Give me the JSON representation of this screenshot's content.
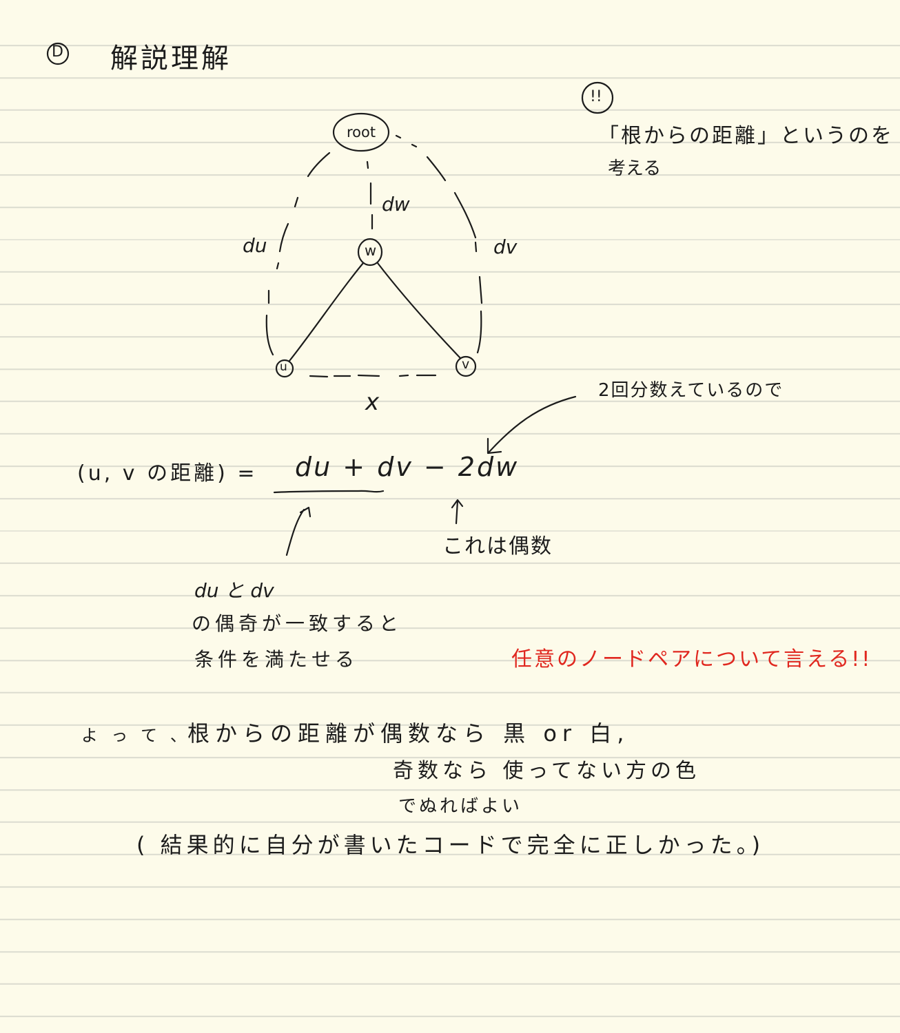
{
  "header": {
    "marker": "D",
    "title": "解説理解"
  },
  "note_top_right": {
    "mark": "!!",
    "line1": "「根からの距離」というのを",
    "line2": "考える"
  },
  "diagram": {
    "root_label": "root",
    "w_label": "w",
    "u_label": "u",
    "v_label": "v",
    "du_label": "du",
    "dw_label": "dw",
    "dv_label": "dv",
    "x_label": "x"
  },
  "annotation_twice": "2回分数えているので",
  "formula": {
    "lhs": "(u, v の距離) =",
    "rhs": "du + dv − 2dw"
  },
  "note_even": "これは偶数",
  "note_parity": {
    "line1": "du と dv",
    "line2": "の偶奇が一致すると",
    "line3": "条件を満たせる"
  },
  "note_any_pair": "任意のノードペアについて言える!!",
  "conclusion": {
    "line1_a": "よって、",
    "line1_b": "根からの距離が偶数なら 黒 or 白,",
    "line2": "奇数なら 使ってない方の色",
    "line3": "でぬればよい",
    "line4": "( 結果的に自分が書いたコードで完全に正しかった。)"
  }
}
